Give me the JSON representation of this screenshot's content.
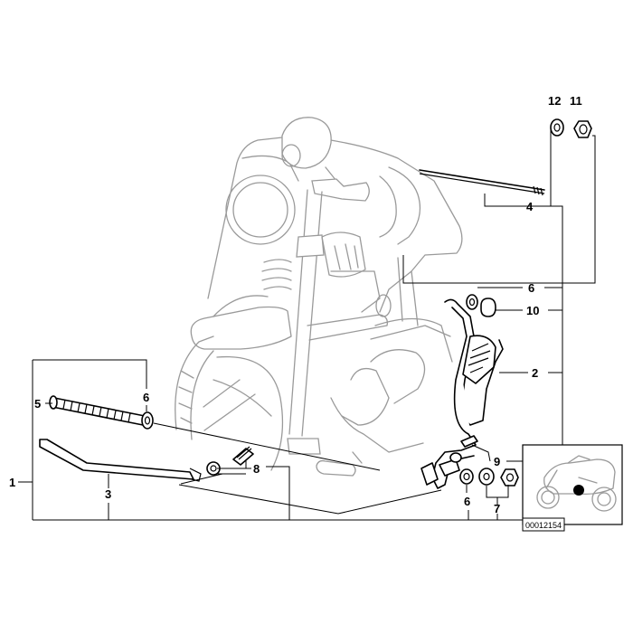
{
  "callouts": {
    "c1": "1",
    "c2": "2",
    "c3": "3",
    "c4": "4",
    "c5": "5",
    "c6a": "6",
    "c6b": "6",
    "c6c": "6",
    "c7": "7",
    "c8": "8",
    "c9": "9",
    "c10": "10",
    "c11": "11",
    "c12": "12"
  },
  "diagram_code": "00012154"
}
